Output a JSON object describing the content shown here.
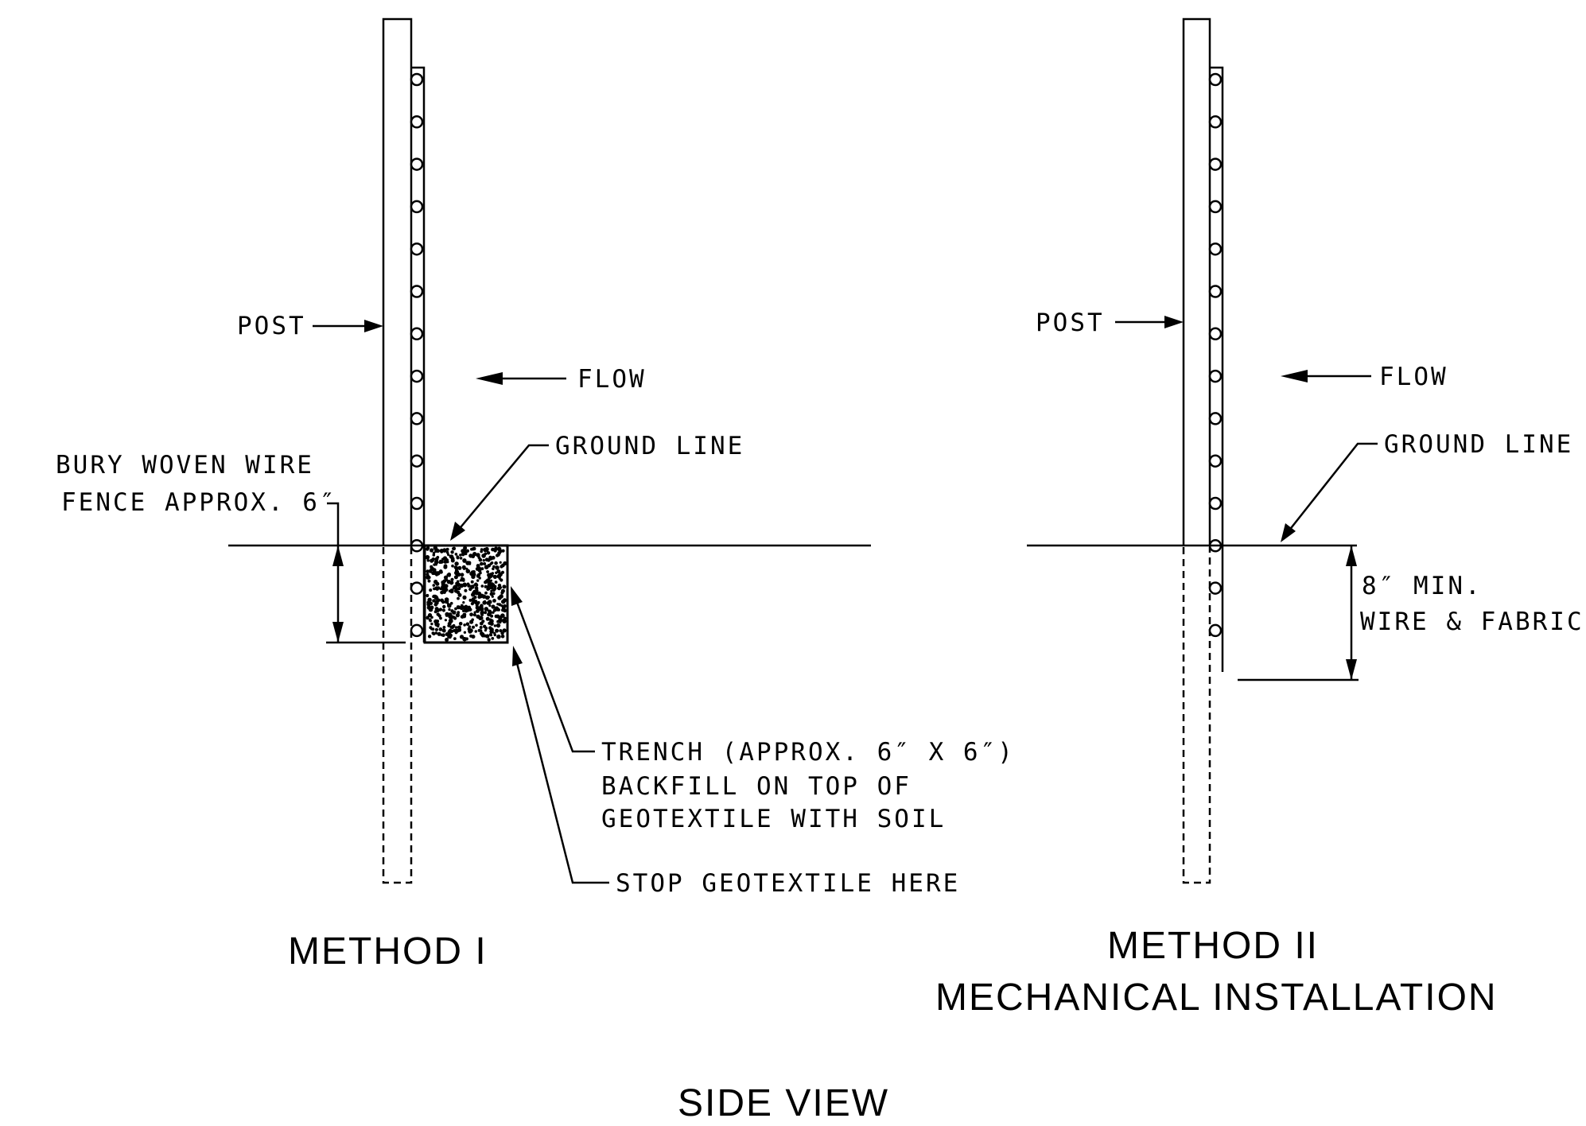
{
  "method1": {
    "post_label": "POST",
    "flow_label": "FLOW",
    "ground_line_label": "GROUND LINE",
    "bury_line1": "BURY WOVEN WIRE",
    "bury_line2": "FENCE APPROX. 6″",
    "trench_line1": "TRENCH (APPROX. 6″ X 6″)",
    "trench_line2": "BACKFILL ON TOP OF",
    "trench_line3": "GEOTEXTILE WITH SOIL",
    "stop_label": "STOP GEOTEXTILE HERE",
    "title": "METHOD I"
  },
  "method2": {
    "post_label": "POST",
    "flow_label": "FLOW",
    "ground_line_label": "GROUND LINE",
    "depth_line1": "8″ MIN.",
    "depth_line2": "WIRE & FABRIC",
    "title_line1": "METHOD II",
    "title_line2": "MECHANICAL INSTALLATION"
  },
  "footer": {
    "view_title": "SIDE VIEW"
  }
}
